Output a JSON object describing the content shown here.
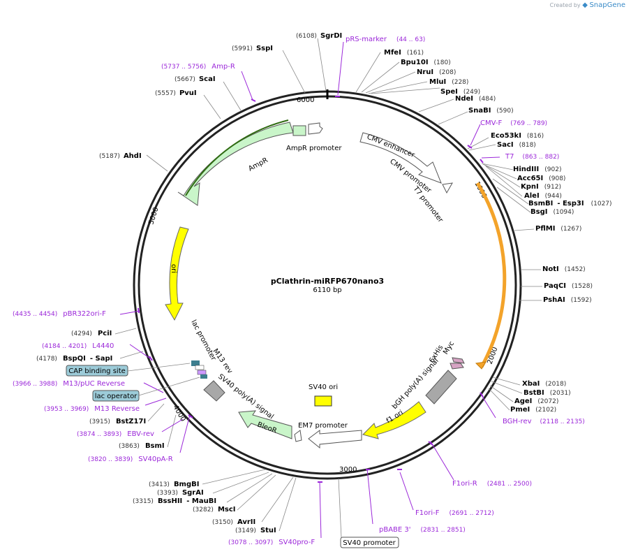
{
  "brand": {
    "created_by": "Created by",
    "name": "SnapGene"
  },
  "title": "pClathrin-miRFP670nano3",
  "subtitle": "6110 bp",
  "colors": {
    "primer": "#9b27d9",
    "feature_green": "#c9f5c9",
    "feature_yellow": "#ffff00",
    "feature_grey": "#a8a8a8",
    "feature_white": "#ffffff",
    "orange": "#f3a32a",
    "site_black": "#000000",
    "box_fill": "#9ccbd8"
  },
  "ticks": [
    "1000",
    "2000",
    "3000",
    "4000",
    "5000",
    "6000"
  ],
  "enzymes": [
    {
      "name": "SgrDI",
      "pos": "(6108)"
    },
    {
      "name": "SspI",
      "pos": "(5991)"
    },
    {
      "name": "ScaI",
      "pos": "(5667)"
    },
    {
      "name": "PvuI",
      "pos": "(5557)"
    },
    {
      "name": "AhdI",
      "pos": "(5187)"
    },
    {
      "name": "MfeI",
      "pos": "(161)"
    },
    {
      "name": "Bpu10I",
      "pos": "(180)"
    },
    {
      "name": "NruI",
      "pos": "(208)"
    },
    {
      "name": "MluI",
      "pos": "(228)"
    },
    {
      "name": "SpeI",
      "pos": "(249)"
    },
    {
      "name": "NdeI",
      "pos": "(484)"
    },
    {
      "name": "SnaBI",
      "pos": "(590)"
    },
    {
      "name": "Eco53kI",
      "pos": "(816)"
    },
    {
      "name": "SacI",
      "pos": "(818)"
    },
    {
      "name": "HindIII",
      "pos": "(902)"
    },
    {
      "name": "Acc65I",
      "pos": "(908)"
    },
    {
      "name": "KpnI",
      "pos": "(912)"
    },
    {
      "name": "AleI",
      "pos": "(944)"
    },
    {
      "name": "BsmBI",
      "pos": "- Esp3I"
    },
    {
      "name": "BsgI",
      "pos": "(1094)"
    },
    {
      "name": "PflMI",
      "pos": "(1267)"
    },
    {
      "name": "NotI",
      "pos": "(1452)"
    },
    {
      "name": "PaqCI",
      "pos": "(1528)"
    },
    {
      "name": "PshAI",
      "pos": "(1592)"
    },
    {
      "name": "XbaI",
      "pos": "(2018)"
    },
    {
      "name": "BstBI",
      "pos": "(2031)"
    },
    {
      "name": "AgeI",
      "pos": "(2072)"
    },
    {
      "name": "PmeI",
      "pos": "(2102)"
    },
    {
      "name": "PciI",
      "pos": "(4294)"
    },
    {
      "name": "BspQI",
      "pos": "(4178)"
    },
    {
      "name": "BstZ17I",
      "pos": "(3915)"
    },
    {
      "name": "BsmI",
      "pos": "(3863)"
    },
    {
      "name": "BmgBI",
      "pos": "(3413)"
    },
    {
      "name": "SgrAI",
      "pos": "(3393)"
    },
    {
      "name": "BssHII",
      "pos": "(3315)"
    },
    {
      "name": "MscI",
      "pos": "(3282)"
    },
    {
      "name": "AvrII",
      "pos": "(3150)"
    },
    {
      "name": "StuI",
      "pos": "(3149)"
    }
  ],
  "enzyme_extras": {
    "esp3i_pos": "(1027)",
    "sapi": "- SapI",
    "mauBI": "- MauBI"
  },
  "primers": [
    {
      "name": "pRS-marker",
      "range": "(44 .. 63)"
    },
    {
      "name": "Amp-R",
      "range": "(5737 .. 5756)"
    },
    {
      "name": "CMV-F",
      "range": "(769 .. 789)"
    },
    {
      "name": "T7",
      "range": "(863 .. 882)"
    },
    {
      "name": "BGH-rev",
      "range": "(2118 .. 2135)"
    },
    {
      "name": "F1ori-R",
      "range": "(2481 .. 2500)"
    },
    {
      "name": "F1ori-F",
      "range": "(2691 .. 2712)"
    },
    {
      "name": "pBABE 3'",
      "range": "(2831 .. 2851)"
    },
    {
      "name": "SV40pro-F",
      "range": "(3078 .. 3097)"
    },
    {
      "name": "pBR322ori-F",
      "range": "(4435 .. 4454)"
    },
    {
      "name": "L4440",
      "range": "(4184 .. 4201)"
    },
    {
      "name": "M13/pUC Reverse",
      "range": "(3966 .. 3988)"
    },
    {
      "name": "M13 Reverse",
      "range": "(3953 .. 3969)"
    },
    {
      "name": "EBV-rev",
      "range": "(3874 .. 3893)"
    },
    {
      "name": "SV40pA-R",
      "range": "(3820 .. 3839)"
    }
  ],
  "features": {
    "ampr_promoter": "AmpR promoter",
    "ampr": "AmpR",
    "cmv_enhancer": "CMV enhancer",
    "cmv_promoter": "CMV promoter",
    "t7_promoter": "T7 promoter",
    "ori": "ori",
    "lac_promoter": "lac promoter",
    "m13_rev": "M13 rev",
    "sv40_polya": "SV40 poly(A) signal",
    "sv40_ori": "SV40 ori",
    "bleor": "BleoR",
    "em7_promoter": "EM7 promoter",
    "f1_ori": "f1 ori",
    "bgh_polya": "bGH poly(A) signal",
    "his6": "6xHis",
    "myc": "Myc"
  },
  "boxed_features": {
    "cap": "CAP binding site",
    "lac_operator": "lac operator",
    "sv40_promoter": "SV40 promoter"
  }
}
